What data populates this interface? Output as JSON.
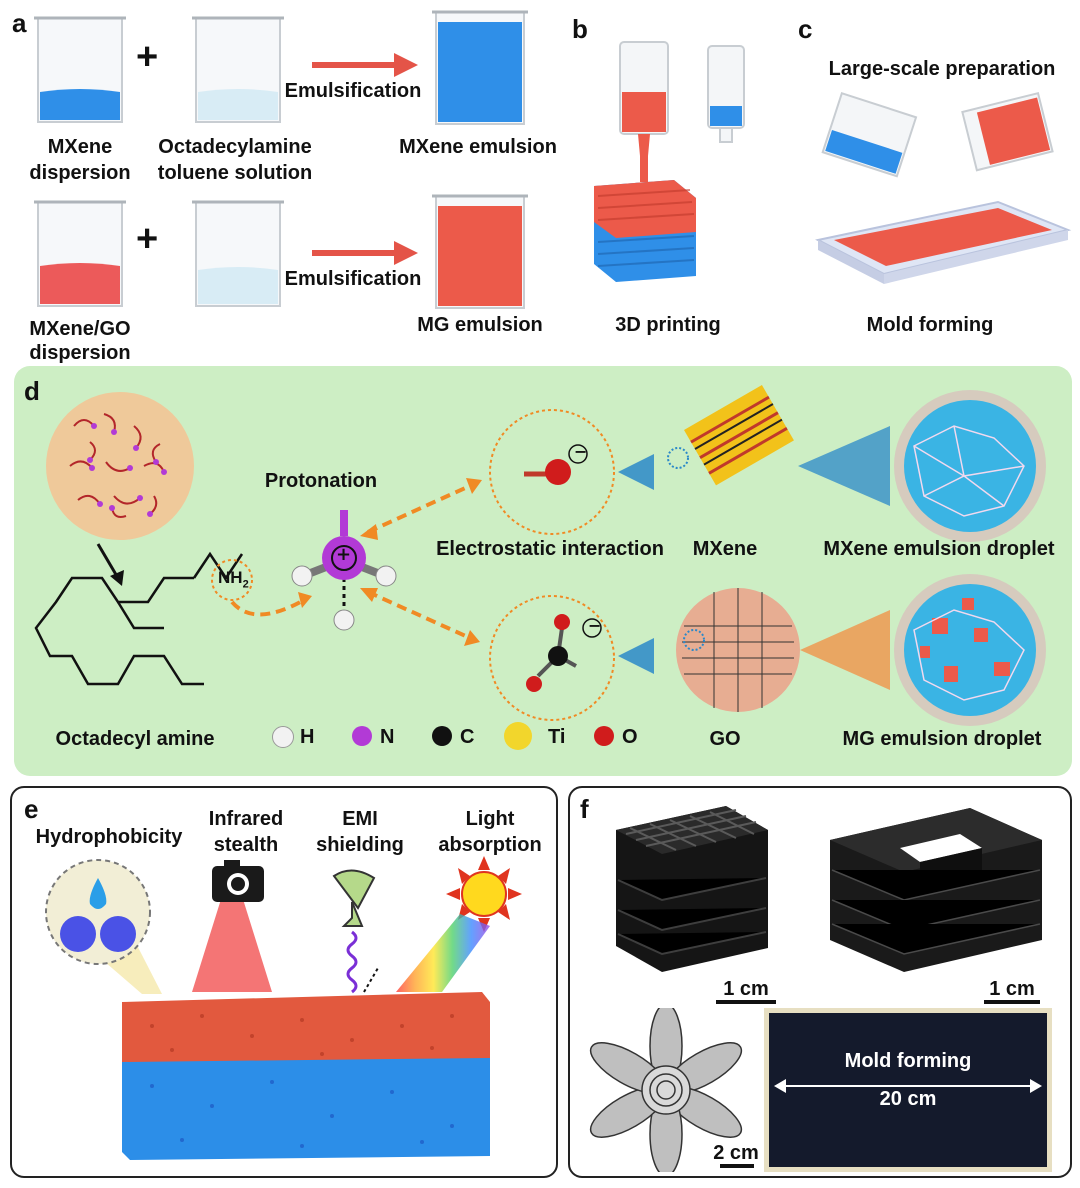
{
  "panel_letters": {
    "a": "a",
    "b": "b",
    "c": "c",
    "d": "d",
    "e": "e",
    "f": "f"
  },
  "panel_a": {
    "row1": {
      "left_label_1": "MXene",
      "left_label_2": "dispersion",
      "mid_label_1": "Octadecylamine",
      "mid_label_2": "toluene solution",
      "arrow_label": "Emulsification",
      "right_label": "MXene emulsion"
    },
    "row2": {
      "left_label_1": "MXene/GO",
      "left_label_2": "dispersion",
      "arrow_label": "Emulsification",
      "right_label": "MG emulsion"
    },
    "plus": "+"
  },
  "panel_b": {
    "label": "3D printing"
  },
  "panel_c": {
    "title": "Large-scale preparation",
    "label": "Mold forming"
  },
  "panel_d": {
    "protonation": "Protonation",
    "nh2": "NH",
    "nh2_sub": "2",
    "plus_charge": "+",
    "minus_charge": "−",
    "electrostatic": "Electrostatic interaction",
    "mxene": "MXene",
    "mxene_droplet": "MXene emulsion droplet",
    "octadecyl": "Octadecyl amine",
    "go": "GO",
    "mg_droplet": "MG emulsion droplet",
    "legend": [
      {
        "symbol": "H",
        "color": "#f2f2f2"
      },
      {
        "symbol": "N",
        "color": "#b23ad6"
      },
      {
        "symbol": "C",
        "color": "#111111"
      },
      {
        "symbol": "Ti",
        "color": "#f2d62c"
      },
      {
        "symbol": "O",
        "color": "#d01c1c"
      }
    ]
  },
  "panel_e": {
    "hydrophobicity": "Hydrophobicity",
    "infrared_1": "Infrared",
    "infrared_2": "stealth",
    "emi_1": "EMI",
    "emi_2": "shielding",
    "light_1": "Light",
    "light_2": "absorption"
  },
  "panel_f": {
    "scale_1": "1 cm",
    "scale_2": "1 cm",
    "scale_3": "2 cm",
    "mold_label": "Mold forming",
    "mold_size": "20 cm"
  },
  "colors": {
    "mxene_blue": "#2f8fe8",
    "mg_red": "#ec5a4a",
    "arrow_red": "#e45448",
    "orange_dash": "#f08a24",
    "panel_green": "#cdeec4"
  }
}
